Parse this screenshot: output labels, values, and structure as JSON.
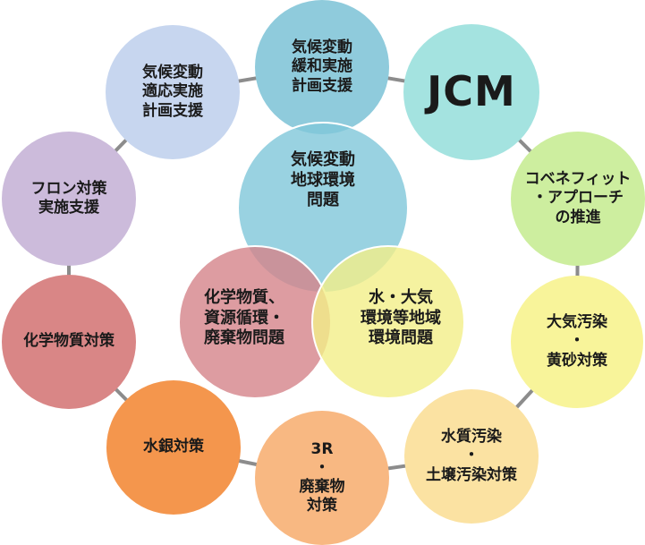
{
  "outer_nodes": [
    {
      "id": "mitigation",
      "label": "気候変動\n緩和実施\n計画支援",
      "color": "#8fcbdc"
    },
    {
      "id": "jcm",
      "label": "JCM",
      "color": "#a4e3e0"
    },
    {
      "id": "cobenefit",
      "label": "コベネフィット\n・アプローチ\nの推進",
      "color": "#cdee9f"
    },
    {
      "id": "air",
      "label": "大気汚染\n・\n黄砂対策",
      "color": "#f8f49a"
    },
    {
      "id": "water",
      "label": "水質汚染\n・\n土壌汚染対策",
      "color": "#fbe2a2"
    },
    {
      "id": "3r",
      "label": "3R\n・\n廃棄物\n対策",
      "color": "#f8b882"
    },
    {
      "id": "mercury",
      "label": "水銀対策",
      "color": "#f4964d"
    },
    {
      "id": "chemical",
      "label": "化学物質対策",
      "color": "#d98686"
    },
    {
      "id": "freon",
      "label": "フロン対策\n実施支援",
      "color": "#ccbbdb"
    },
    {
      "id": "adaptation",
      "label": "気候変動\n適応実施\n計画支援",
      "color": "#c7d6ef"
    }
  ],
  "center_nodes": [
    {
      "id": "climate",
      "label": "気候変動\n地球環境\n問題",
      "color": "#7fc7da"
    },
    {
      "id": "chem_res",
      "label": "化学物質、\n資源循環・\n廃棄物問題",
      "color": "#d5838a"
    },
    {
      "id": "water_air",
      "label": "水・大気\n環境等地域\n環境問題",
      "color": "#f2ef88"
    }
  ],
  "colors": {
    "ring": "#8c8c8c",
    "text": "#1a1a1a"
  }
}
